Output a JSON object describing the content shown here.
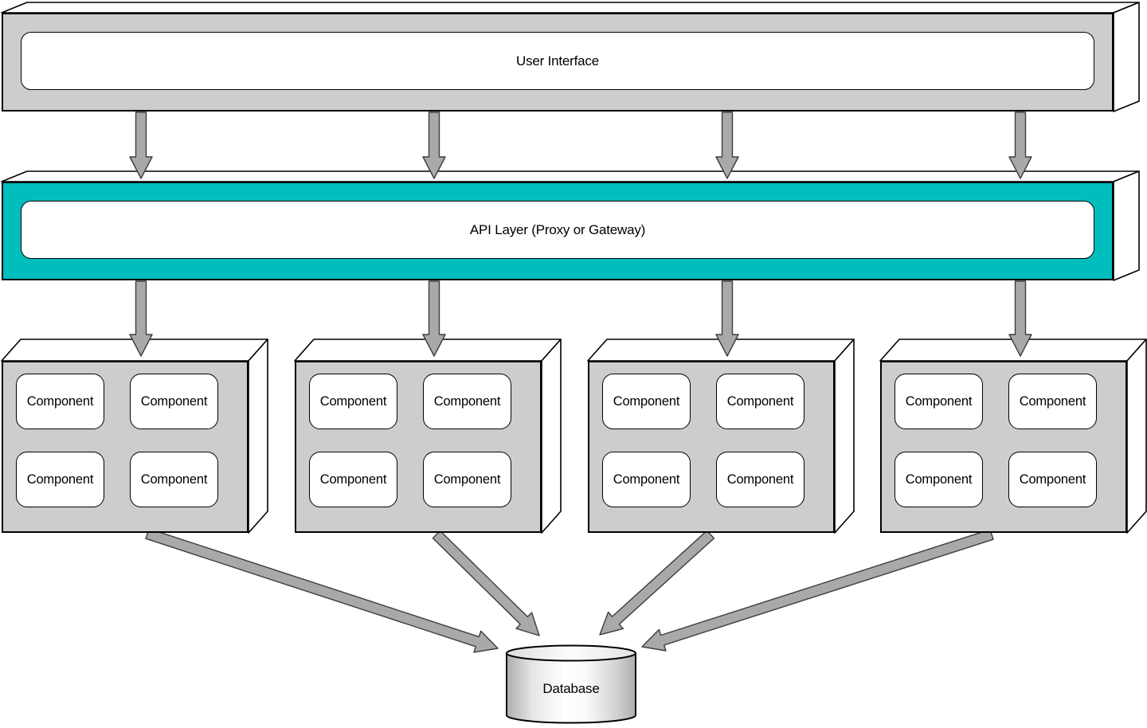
{
  "diagram": {
    "type": "architecture-diagram",
    "description": "Layered architecture: user interface over an API layer routing to four component groups that all use one database"
  },
  "layers": {
    "user_interface": {
      "label": "User Interface"
    },
    "api_layer": {
      "label": "API Layer (Proxy or Gateway)"
    }
  },
  "groups": [
    {
      "components": [
        "Component",
        "Component",
        "Component",
        "Component"
      ]
    },
    {
      "components": [
        "Component",
        "Component",
        "Component",
        "Component"
      ]
    },
    {
      "components": [
        "Component",
        "Component",
        "Component",
        "Component"
      ]
    },
    {
      "components": [
        "Component",
        "Component",
        "Component",
        "Component"
      ]
    }
  ],
  "database": {
    "label": "Database"
  },
  "colors": {
    "slab_gray": "#CDCDCD",
    "api_teal": "#00BDBE",
    "arrow_gray": "#A9A9A9",
    "outline": "#000000",
    "face_white": "#FFFFFF"
  }
}
